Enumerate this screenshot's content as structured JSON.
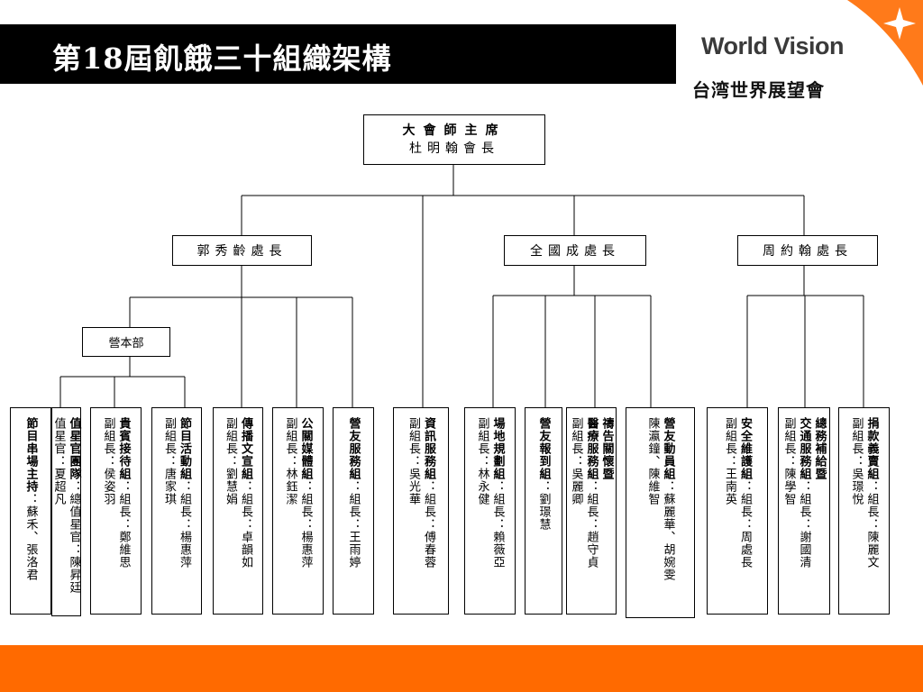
{
  "header": {
    "title": "第18屆飢餓三十組織架構",
    "logo_en": "World Vision",
    "logo_zh": "台湾世界展望會"
  },
  "colors": {
    "accent": "#ff6a00",
    "title_bg": "#000000"
  },
  "org": {
    "top": {
      "title": "大會師主席",
      "name": "杜明翰會長"
    },
    "managers": [
      "郭秀齡處長",
      "全國成處長",
      "周約翰處長"
    ],
    "hq": "營本部",
    "groups": [
      {
        "name": "節目串場主持",
        "lines": [
          "蘇禾、張洛君"
        ]
      },
      {
        "name": "值星官團隊",
        "lines": [
          "總值星官：陳昇廷",
          "值星官：夏超凡"
        ]
      },
      {
        "name": "貴賓接待組",
        "lines": [
          "組長：鄭維思",
          "副組長：侯姿羽"
        ]
      },
      {
        "name": "節目活動組",
        "lines": [
          "組長：楊惠萍",
          "副組長：唐家琪"
        ]
      },
      {
        "name": "傳播文宣組",
        "lines": [
          "組長：卓韻如",
          "副組長：劉慧娟"
        ]
      },
      {
        "name": "公關媒體組",
        "lines": [
          "組長：楊惠萍",
          "副組長：林鈺潔"
        ]
      },
      {
        "name": "營友服務組",
        "lines": [
          "組長：王雨婷"
        ]
      },
      {
        "name": "資訊服務組",
        "lines": [
          "組長：傅春蓉",
          "副組長：吳光華"
        ]
      },
      {
        "name": "場地規劃組",
        "lines": [
          "組長：賴薇亞",
          "副組長：林永健"
        ]
      },
      {
        "name": "營友報到組",
        "lines": [
          "劉璟慧"
        ]
      },
      {
        "name": "醫療服務組",
        "prefix": "禱告關懷暨",
        "lines": [
          "組長：趙守貞",
          "副組長：吳麗卿"
        ]
      },
      {
        "name": "營友動員組",
        "lines": [
          "蘇麗華、胡婉雯",
          "陳瀛鐘、陳維智"
        ]
      },
      {
        "name": "安全維護組",
        "lines": [
          "組長：周處長",
          "副組長：王南英"
        ]
      },
      {
        "name": "交通服務組",
        "prefix": "總務補給暨",
        "lines": [
          "組長：謝國清",
          "副組長：陳學智"
        ]
      },
      {
        "name": "捐款義賣組",
        "lines": [
          "組長：陳麗文",
          "副組長：吳璟悅"
        ]
      }
    ]
  }
}
